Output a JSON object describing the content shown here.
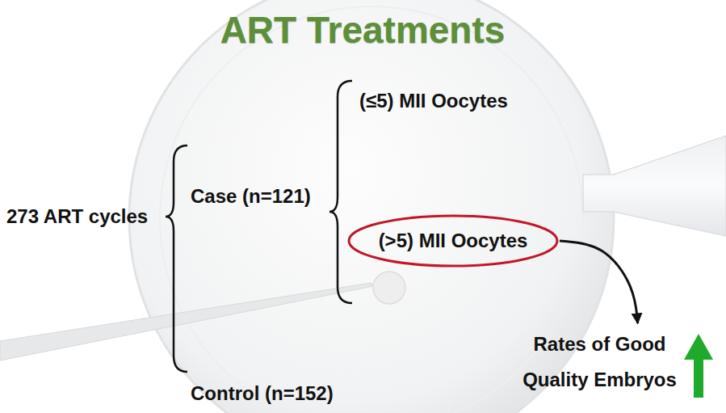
{
  "diagram": {
    "title": "ART Treatments",
    "nodes": [
      {
        "text": [
          "(>5) MII Oocytes"
        ]
      },
      {
        "text": [
          "Rates of Good Quality Embryos"
        ]
      }
    ],
    "edges": [
      {
        "from": 0,
        "to": 1,
        "arrow": "to"
      }
    ],
    "labels": [
      "273 ART cycles",
      "Case (n=121)",
      "(≤5) MII Oocytes",
      "Control (n=152)"
    ]
  }
}
